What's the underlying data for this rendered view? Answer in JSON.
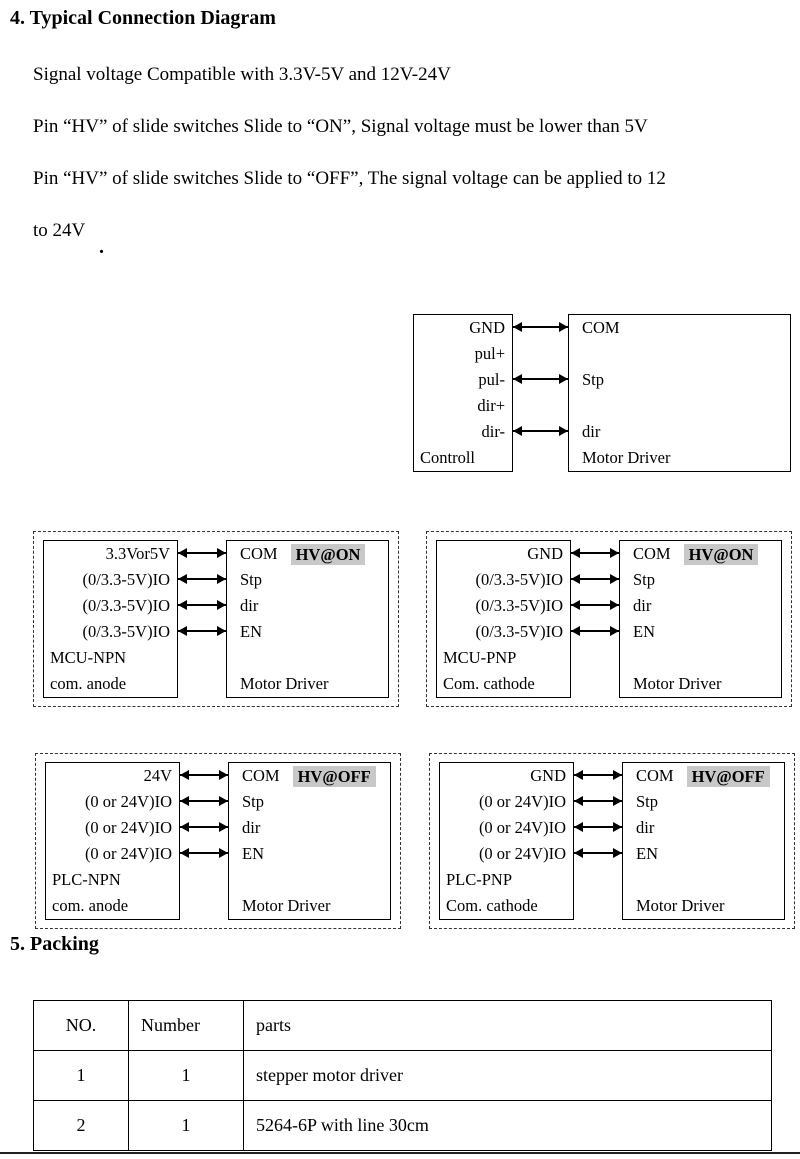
{
  "doc": {
    "section4_title": "4. Typical Connection Diagram",
    "para1": "Signal voltage Compatible with 3.3V-5V and 12V-24V",
    "para2": "Pin “HV” of slide switches Slide to “ON”, Signal voltage must be lower than 5V",
    "para3_line1": "Pin “HV” of slide switches Slide to “OFF”, The signal voltage can be applied to 12",
    "para3_line2": "to 24V",
    "stray_dot": ".",
    "section5_title": "5. Packing"
  },
  "controller_diagram": {
    "left": {
      "r1": "GND",
      "r2": "pul+",
      "r3": "pul-",
      "r4": "dir+",
      "r5": "dir-",
      "caption": "Controll"
    },
    "right": {
      "r1": "COM",
      "r2": "Stp",
      "r3": "dir",
      "caption": "Motor Driver"
    }
  },
  "diagrams": [
    {
      "left": {
        "r1": "3.3Vor5V",
        "r2": "(0/3.3-5V)IO",
        "r3": "(0/3.3-5V)IO",
        "r4": "(0/3.3-5V)IO",
        "caption1": "MCU-NPN",
        "caption2": "com. anode"
      },
      "right": {
        "r1": "COM",
        "badge": "HV@ON",
        "r2": "Stp",
        "r3": "dir",
        "r4": "EN",
        "caption": "Motor Driver"
      }
    },
    {
      "left": {
        "r1": "GND",
        "r2": "(0/3.3-5V)IO",
        "r3": "(0/3.3-5V)IO",
        "r4": "(0/3.3-5V)IO",
        "caption1": "MCU-PNP",
        "caption2": "Com. cathode"
      },
      "right": {
        "r1": "COM",
        "badge": "HV@ON",
        "r2": "Stp",
        "r3": "dir",
        "r4": "EN",
        "caption": "Motor Driver"
      }
    },
    {
      "left": {
        "r1": "24V",
        "r2": "(0 or 24V)IO",
        "r3": "(0 or 24V)IO",
        "r4": "(0 or 24V)IO",
        "caption1": "PLC-NPN",
        "caption2": "com. anode"
      },
      "right": {
        "r1": "COM",
        "badge": "HV@OFF",
        "r2": "Stp",
        "r3": "dir",
        "r4": "EN",
        "caption": "Motor Driver"
      }
    },
    {
      "left": {
        "r1": "GND",
        "r2": "(0 or 24V)IO",
        "r3": "(0 or 24V)IO",
        "r4": "(0 or 24V)IO",
        "caption1": "PLC-PNP",
        "caption2": "Com. cathode"
      },
      "right": {
        "r1": "COM",
        "badge": "HV@OFF",
        "r2": "Stp",
        "r3": "dir",
        "r4": "EN",
        "caption": "Motor Driver"
      }
    }
  ],
  "packing": {
    "headers": [
      "NO.",
      "Number",
      "parts"
    ],
    "rows": [
      [
        "1",
        "1",
        "stepper motor driver"
      ],
      [
        "2",
        "1",
        "5264-6P with line 30cm"
      ]
    ]
  }
}
